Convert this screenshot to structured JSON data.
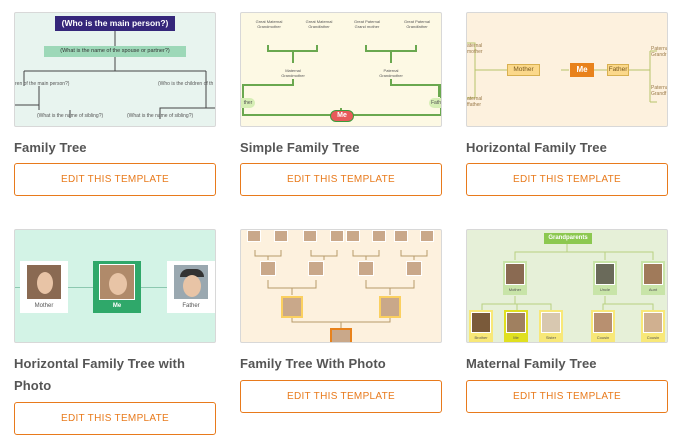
{
  "button_label": "EDIT THIS TEMPLATE",
  "accent_color": "#e87a1c",
  "templates": [
    {
      "title": "Family Tree",
      "thumb": {
        "main": "(Who is the main person?)",
        "spouse": "(What is the name of the spouse or partner?)",
        "child_left": "ren of the main person?)",
        "child_right": "(Who is the children of th",
        "sib_left": "(What is the name of sibling?)",
        "sib_right": "(What is the name of sibling?)"
      }
    },
    {
      "title": "Simple Family Tree",
      "thumb": {
        "gmg": "Great Maternal Grandmother",
        "gmgf": "Great Maternal Grandfather",
        "gpg": "Great Paternal Grand mother",
        "gpgf": "Great Paternal Grandfather",
        "mg": "Maternal Grandmother",
        "pg": "Paternal Grandmother",
        "mother": "ther",
        "father": "Fath",
        "me": "Me"
      }
    },
    {
      "title": "Horizontal Family Tree",
      "thumb": {
        "mgm": "aternal mother",
        "mgf": "aternal ffather",
        "mother": "Mother",
        "me": "Me",
        "father": "Father",
        "pgm": "Paterna Grandr",
        "pgf": "Paterna Grandf"
      }
    },
    {
      "title": "Horizontal Family Tree with Photo",
      "thumb": {
        "mother": "Mother",
        "me": "Me",
        "father": "Father"
      }
    },
    {
      "title": "Family Tree With Photo"
    },
    {
      "title": "Maternal Family Tree",
      "thumb": {
        "grandparents": "Grandparents",
        "mother": "Mother",
        "uncle": "Uncle",
        "aunt": "Aunt",
        "c1": "Brother",
        "c2": "Me",
        "c3": "Sister",
        "c4": "Cousin",
        "c5": "Cousin"
      }
    }
  ]
}
